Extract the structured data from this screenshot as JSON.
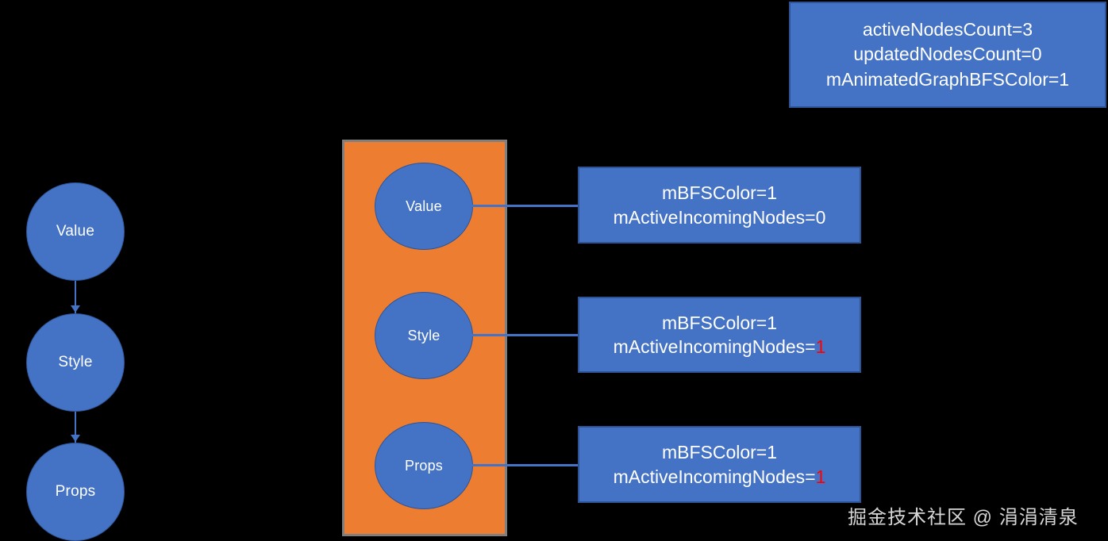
{
  "background_color": "#000000",
  "palette": {
    "node_fill": "#4472C4",
    "node_stroke": "#2E5496",
    "group_fill": "#ED7D31",
    "group_stroke": "#7F7F7F",
    "connector": "#4472C4",
    "text": "#FFFFFF",
    "highlight": "#FF0000"
  },
  "legend": {
    "line1": "activeNodesCount=3",
    "line2": "updatedNodesCount=0",
    "line3": "mAnimatedGraphBFSColor=1"
  },
  "left_graph": {
    "nodes": [
      {
        "label": "Value"
      },
      {
        "label": "Style"
      },
      {
        "label": "Props"
      }
    ],
    "edges": [
      {
        "from": "Value",
        "to": "Style",
        "type": "arrow"
      },
      {
        "from": "Style",
        "to": "Props",
        "type": "arrow"
      }
    ]
  },
  "group": {
    "name": "active-nodes-group",
    "nodes": [
      {
        "label": "Value"
      },
      {
        "label": "Style"
      },
      {
        "label": "Props"
      }
    ]
  },
  "info_boxes": [
    {
      "for_node": "Value",
      "line1": "mBFSColor=1",
      "line2_prefix": "mActiveIncomingNodes=",
      "line2_value": "0",
      "line2_value_highlighted": false
    },
    {
      "for_node": "Style",
      "line1": "mBFSColor=1",
      "line2_prefix": "mActiveIncomingNodes=",
      "line2_value": "1",
      "line2_value_highlighted": true
    },
    {
      "for_node": "Props",
      "line1": "mBFSColor=1",
      "line2_prefix": "mActiveIncomingNodes=",
      "line2_value": "1",
      "line2_value_highlighted": true
    }
  ],
  "watermark": {
    "text": "掘金技术社区 @ 涓涓清泉"
  }
}
